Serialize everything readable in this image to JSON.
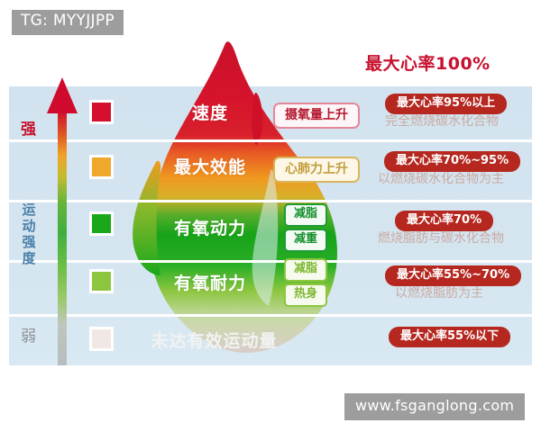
{
  "watermarks": {
    "top_left": "TG: MYYJJPP",
    "bottom_right": "www.fsganglong.com"
  },
  "headline": "最大心率100%",
  "axis": {
    "strong_label": "强",
    "weak_label": "弱",
    "middle_label": "运动强度",
    "arrow_colors": {
      "top": "#cf0a2c",
      "upper_mid": "#e8701f",
      "mid": "#f0b429",
      "lower_mid": "#3fae3f",
      "low": "#8dc63f",
      "bottom": "#b9bcbe"
    }
  },
  "colors": {
    "panel_bg": "#d4e5f0",
    "accent_red": "#c8102e",
    "badge_red": "#b5271f",
    "desc_text": "#c9a9a0",
    "flame_red": "#d5142c",
    "flame_orange": "#ef9a20",
    "flame_green": "#1aa81a",
    "flame_light_green": "#8cc63f",
    "flame_bottom": "#d8ccc8"
  },
  "rows": [
    {
      "swatch_color": "#d5102e",
      "swatch_filled": true,
      "zone_name": "速度",
      "zone_name_muted": false,
      "tags": [
        {
          "label": "摄氧量上升",
          "style": "red"
        }
      ],
      "hr_badge": "最大心率95%以上",
      "hr_desc": "完全燃烧碳水化合物"
    },
    {
      "swatch_color": "#efa72c",
      "swatch_filled": true,
      "zone_name": "最大效能",
      "zone_name_muted": false,
      "tags": [
        {
          "label": "心肺力上升",
          "style": "gold"
        }
      ],
      "hr_badge": "最大心率70%~95%",
      "hr_desc": "以燃烧碳水化合物为主"
    },
    {
      "swatch_color": "#1aa81a",
      "swatch_filled": true,
      "zone_name": "有氧动力",
      "zone_name_muted": false,
      "tags": [
        {
          "label": "减脂",
          "style": "green-dark"
        },
        {
          "label": "减重",
          "style": "green-dark"
        }
      ],
      "hr_badge": "最大心率70%",
      "hr_desc": "燃烧脂肪与碳水化合物"
    },
    {
      "swatch_color": "#8cc63f",
      "swatch_filled": false,
      "zone_name": "有氧耐力",
      "zone_name_muted": false,
      "tags": [
        {
          "label": "减脂",
          "style": "green-light"
        },
        {
          "label": "热身",
          "style": "green-light"
        }
      ],
      "hr_badge": "最大心率55%~70%",
      "hr_desc": "以燃烧脂肪为主"
    },
    {
      "swatch_color": "#efe4e2",
      "swatch_filled": false,
      "zone_name": "未达有效运动量",
      "zone_name_muted": true,
      "tags": [],
      "hr_badge": "最大心率55%以下",
      "hr_desc": ""
    }
  ]
}
